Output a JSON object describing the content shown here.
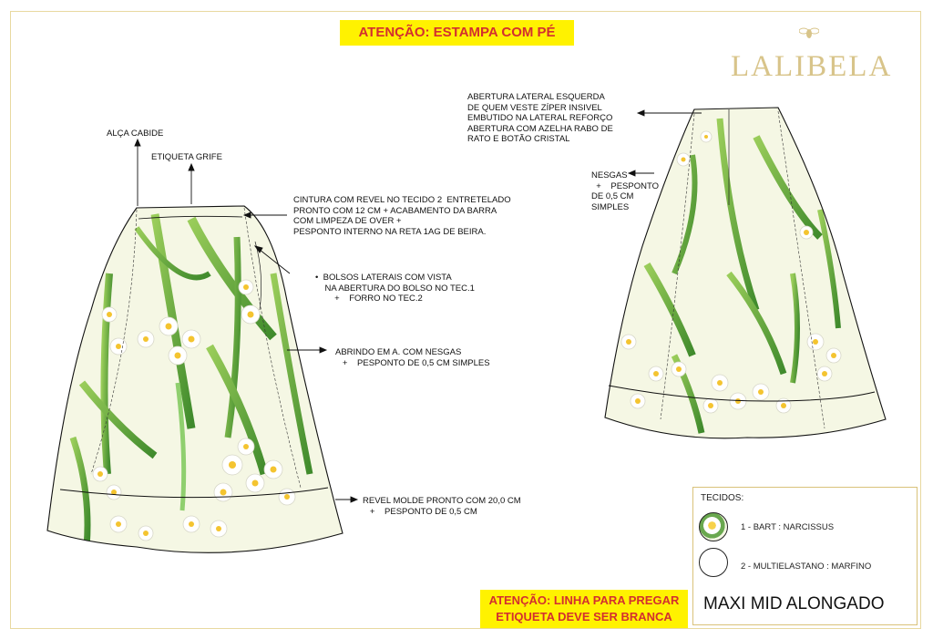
{
  "header": {
    "warning_top": "ATENÇÃO: ESTAMPA COM PÉ",
    "brand": "LALIBELA"
  },
  "front_notes": {
    "alca": "ALÇA CABIDE",
    "etiqueta": "ETIQUETA GRIFE",
    "cintura": "CINTURA COM REVEL NO TECIDO 2  ENTRETELADO\nPRONTO COM 12 CM + ACABAMENTO DA BARRA\nCOM LIMPEZA DE OVER +\nPESPONTO INTERNO NA RETA 1AG DE BEIRA.",
    "bolsos": "•  BOLSOS LATERAIS COM VISTA\n    NA ABERTURA DO BOLSO NO TEC.1\n        +    FORRO NO TEC.2",
    "abrindo": "ABRINDO EM A. COM NESGAS\n   +    PESPONTO DE 0,5 CM SIMPLES",
    "revel": "REVEL MOLDE PRONTO COM 20,0 CM\n   +    PESPONTO DE 0,5 CM"
  },
  "back_notes": {
    "abertura": "ABERTURA LATERAL ESQUERDA\nDE QUEM VESTE ZÍPER INSIVEL\nEMBUTIDO NA LATERAL REFORÇO\nABERTURA COM AZELHA RABO DE\nRATO E BOTÃO CRISTAL",
    "nesgas": "NESGAS\n  +    PESPONTO\nDE 0,5 CM\nSIMPLES"
  },
  "legend": {
    "title": "TECIDOS:",
    "fabric_1": "1 - BART : NARCISSUS",
    "fabric_2": "2 - MULTIELASTANO : MARFINO"
  },
  "footer": {
    "warning_bottom": "ATENÇÃO: LINHA PARA PREGAR\nETIQUETA DEVE SER BRANCA",
    "model_name": "MAXI MID ALONGADO"
  },
  "colors": {
    "banner_bg": "#fff200",
    "banner_text": "#d32f2f",
    "brand_gold": "#d8c48a",
    "fabric_base": "#f5f7e4",
    "leaf_green": "#5aa63c"
  }
}
